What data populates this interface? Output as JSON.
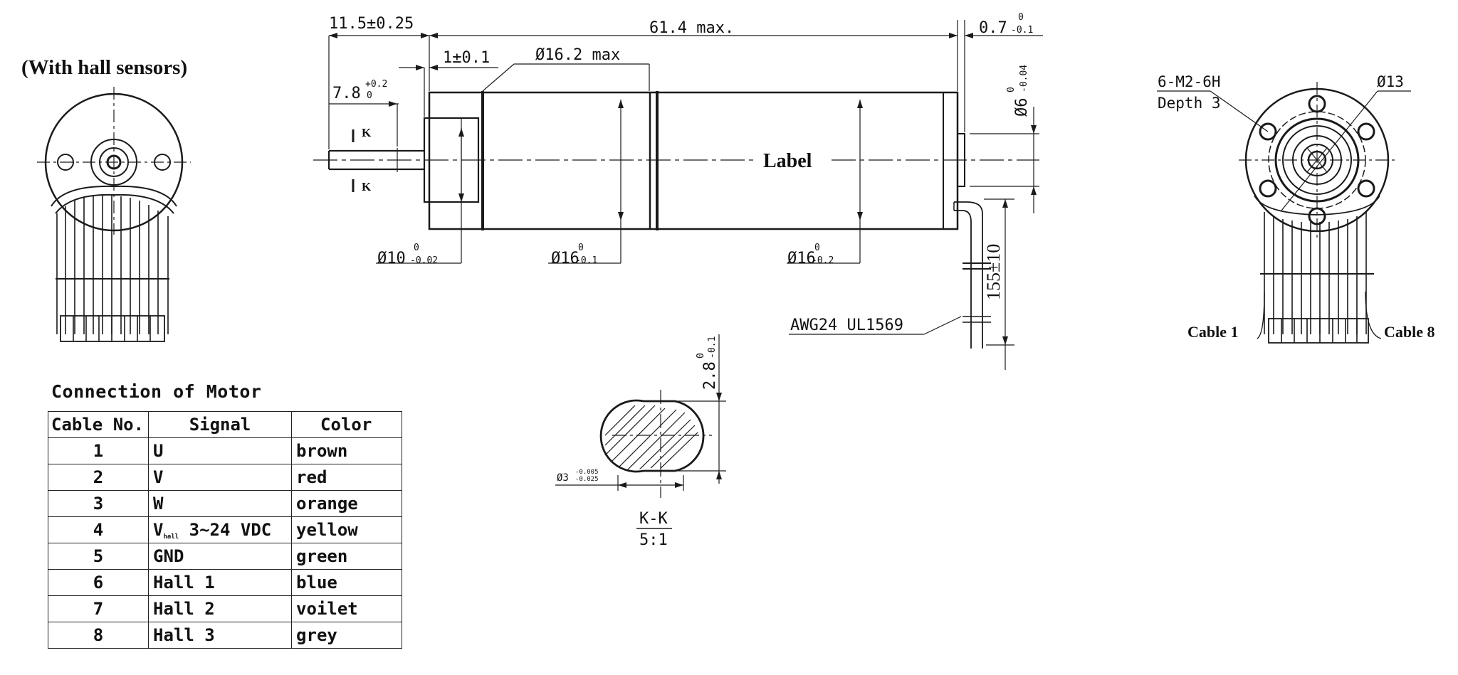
{
  "left_view": {
    "title": "(With hall sensors)"
  },
  "main_view": {
    "dims": {
      "shaft_len": "11.5±0.25",
      "total_len": "61.4 max.",
      "end_gap": "0.7",
      "end_gap_tol_upper": "0",
      "end_gap_tol_lower": "-0.1",
      "flange_step": "1±0.1",
      "max_dia": "Ø16.2 max",
      "shaft_flat": "7.8",
      "shaft_flat_tol_upper": "+0.2",
      "shaft_flat_tol_lower": "0",
      "bearing_dia": "Ø6",
      "bearing_dia_tol_upper": "0",
      "bearing_dia_tol_lower": "-0.04",
      "flange_dia": "Ø10",
      "flange_dia_tol_upper": "0",
      "flange_dia_tol_lower": "-0.02",
      "body_dia_1": "Ø16",
      "body_dia_1_tol_upper": "0",
      "body_dia_1_tol_lower": "-0.1",
      "body_dia_2": "Ø16",
      "body_dia_2_tol_upper": "0",
      "body_dia_2_tol_lower": "-0.2",
      "lead_len": "155±10",
      "wire_spec": "AWG24 UL1569"
    },
    "section_marks": {
      "upper": "K",
      "lower": "K"
    },
    "label_text": "Label"
  },
  "section_view": {
    "flat_dim": "2.8",
    "flat_dim_tol_upper": "0",
    "flat_dim_tol_lower": "-0.1",
    "shaft_dia": "Ø3",
    "shaft_dia_tol_upper": "-0.005",
    "shaft_dia_tol_lower": "-0.025",
    "section_name": "K-K",
    "scale": "5:1"
  },
  "right_view": {
    "thread": "6-M2-6H",
    "depth": "Depth 3",
    "bolt_circle": "Ø13",
    "cable_first": "Cable 1",
    "cable_last": "Cable 8"
  },
  "connection_table": {
    "title": "Connection of Motor",
    "headers": [
      "Cable No.",
      "Signal",
      "Color"
    ],
    "rows": [
      {
        "no": "1",
        "signal": "U",
        "color": "brown"
      },
      {
        "no": "2",
        "signal": "V",
        "color": "red"
      },
      {
        "no": "3",
        "signal": "W",
        "color": "orange"
      },
      {
        "no": "4",
        "signal": "V",
        "signal_sub": "hall",
        "signal_rest": " 3~24 VDC",
        "color": "yellow"
      },
      {
        "no": "5",
        "signal": "GND",
        "color": "green"
      },
      {
        "no": "6",
        "signal": "Hall 1",
        "color": "blue"
      },
      {
        "no": "7",
        "signal": "Hall 2",
        "color": "voilet"
      },
      {
        "no": "8",
        "signal": "Hall 3",
        "color": "grey"
      }
    ]
  }
}
